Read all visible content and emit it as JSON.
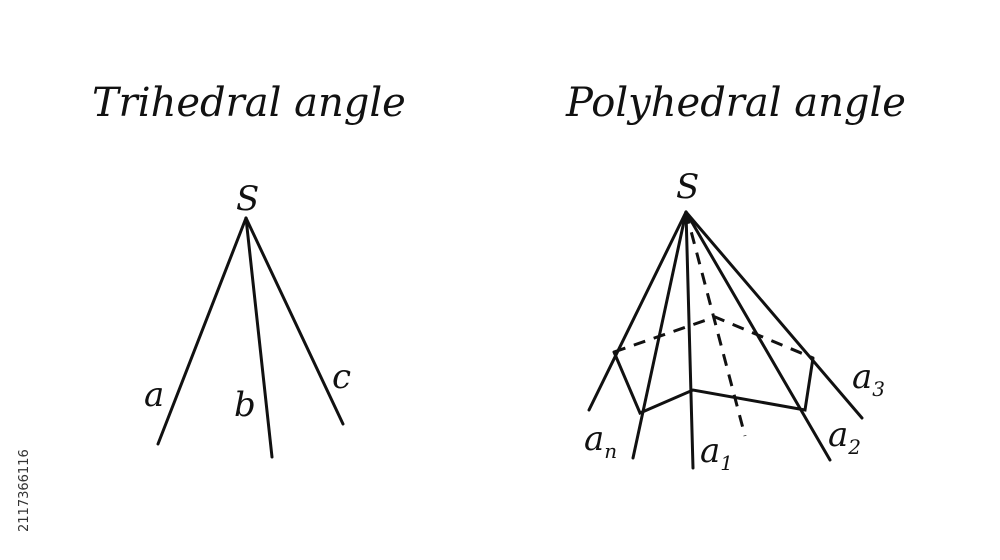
{
  "titles": {
    "left": "Trihedral angle",
    "right": "Polyhedral angle"
  },
  "trihedral": {
    "vertex": "S",
    "edges": [
      "a",
      "b",
      "c"
    ]
  },
  "polyhedral": {
    "vertex": "S",
    "edges": {
      "a1": {
        "base": "a",
        "sub": "1"
      },
      "a2": {
        "base": "a",
        "sub": "2"
      },
      "a3": {
        "base": "a",
        "sub": "3"
      },
      "an": {
        "base": "a",
        "sub": "n"
      }
    }
  },
  "watermark": "2117366116"
}
